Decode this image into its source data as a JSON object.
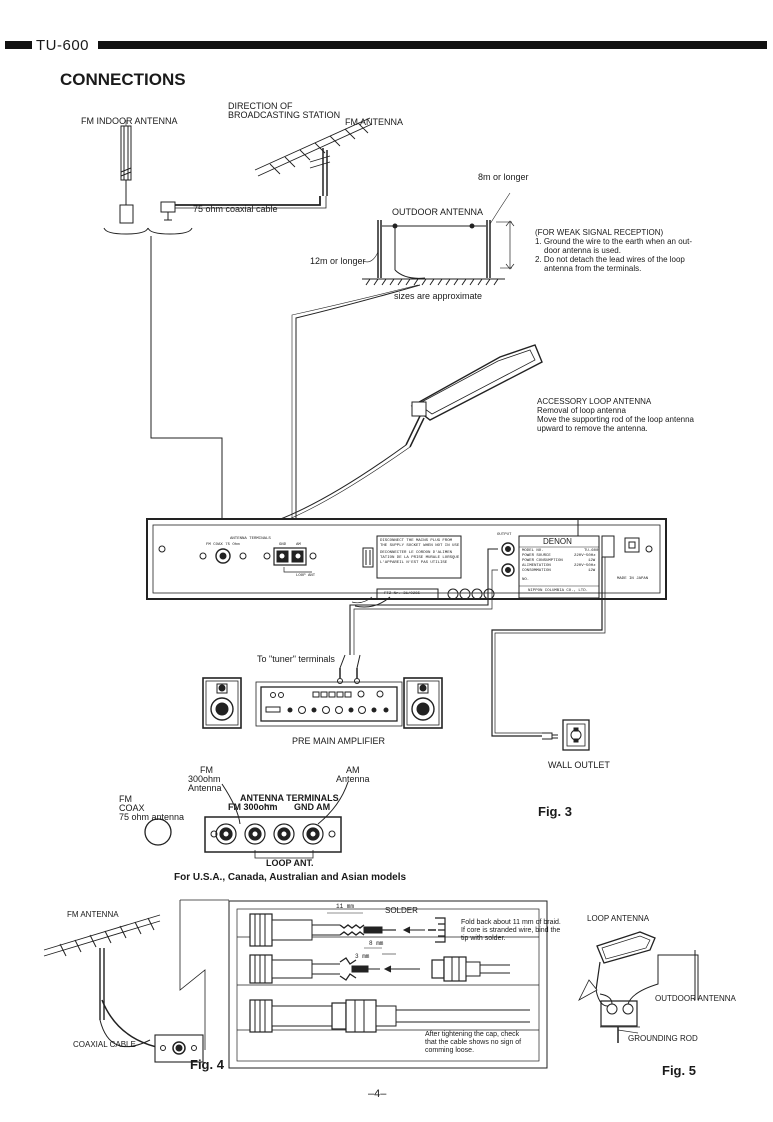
{
  "header": {
    "model": "TU-600"
  },
  "section_title": "CONNECTIONS",
  "fig3": {
    "fm_indoor_antenna": "FM INDOOR ANTENNA",
    "direction_line1": "DIRECTION OF",
    "direction_line2": "BROADCASTING STATION",
    "fm_antenna": "FM ANTENNA",
    "coax_cable": "75 ohm coaxial cable",
    "eight_m": "8m or longer",
    "outdoor_antenna": "OUTDOOR ANTENNA",
    "twelve_m": "12m or longer",
    "sizes": "sizes are approximate",
    "weak_signal": {
      "title": "(FOR WEAK SIGNAL RECEPTION)",
      "item1_line1": "1. Ground the wire to the earth when an out-",
      "item1_line2": "door antenna is used.",
      "item2_line1": "2. Do not detach the lead wires of the loop",
      "item2_line2": "antenna from the terminals."
    },
    "loop": {
      "title": "ACCESSORY LOOP ANTENNA",
      "line2": "Removal of loop antenna",
      "line3": "Move the supporting rod of the loop antenna",
      "line4": "upward to remove the antenna."
    },
    "panel": {
      "antenna_terminals": "ANTENNA TERMINALS",
      "fm_coax": "FM COAX 75 Ohm",
      "gnd": "GND",
      "am": "AM",
      "loop_ant": "LOOP ANT",
      "warning_line1": "DISCONNECT THE MAINS PLUG FROM",
      "warning_line2": "THE SUPPLY SOCKET WHEN NOT IN USE",
      "warning_line3": "DECONNECTER LE CORDON D'ALIMEN",
      "warning_line4": "TATION DE LA PRISE MURALE LORSQUE",
      "warning_line5": "L'APPAREIL N'EST PAS UTILISE",
      "output": "OUTPUT",
      "brand": "DENON",
      "model_no": "MODEL NO.",
      "model_val": "TU-600",
      "power_source": "POWER SOURCE",
      "power_source_val": "220V~50Hz",
      "power_cons": "POWER CONSUMPTION",
      "power_cons_val": "12W",
      "alimentation": "ALIMENTATION",
      "alimentation_val": "220V~50Hz",
      "consommation": "CONSOMMATION",
      "consommation_val": "12W",
      "no": "NO.",
      "maker": "NIPPON COLUMBIA CO., LTD.",
      "made_in": "MADE IN JAPAN",
      "ftz": "FTZ  Nr. 31/0285"
    },
    "to_tuner": "To \"tuner\" terminals",
    "pre_main": "PRE MAIN AMPLIFIER",
    "wall_outlet": "WALL OUTLET",
    "fm300_line1": "FM",
    "fm300_line2": "300ohm",
    "fm300_line3": "Antenna",
    "am_line1": "AM",
    "am_line2": "Antenna",
    "fmcoax_line1": "FM",
    "fmcoax_line2": "COAX",
    "fmcoax_line3": "75 ohm antenna",
    "inset_terminals": "ANTENNA TERMINALS",
    "inset_fm300": "FM 300ohm",
    "inset_gndam": "GND AM",
    "inset_loop": "LOOP ANT.",
    "models_caption": "For U.S.A., Canada, Australian and Asian models",
    "fig_label": "Fig. 3"
  },
  "fig4": {
    "fm_antenna": "FM ANTENNA",
    "coaxial_cable": "COAXIAL CABLE",
    "dim_11": "11 mm",
    "solder": "SOLDER",
    "dim_8": "8 mm",
    "dim_3": "3 mm",
    "fold_line1": "Fold back about 11 mm of braid.",
    "fold_line2": "If core is stranded wire, bind the",
    "fold_line3": "tip with solder.",
    "after_line1": "After tightening the cap, check",
    "after_line2": "that the cable shows no sign of",
    "after_line3": "comming loose.",
    "fig_label": "Fig. 4"
  },
  "fig5": {
    "loop_antenna": "LOOP ANTENNA",
    "outdoor_antenna": "OUTDOOR ANTENNA",
    "grounding_rod": "GROUNDING ROD",
    "fig_label": "Fig. 5"
  },
  "page_number": "–4–"
}
